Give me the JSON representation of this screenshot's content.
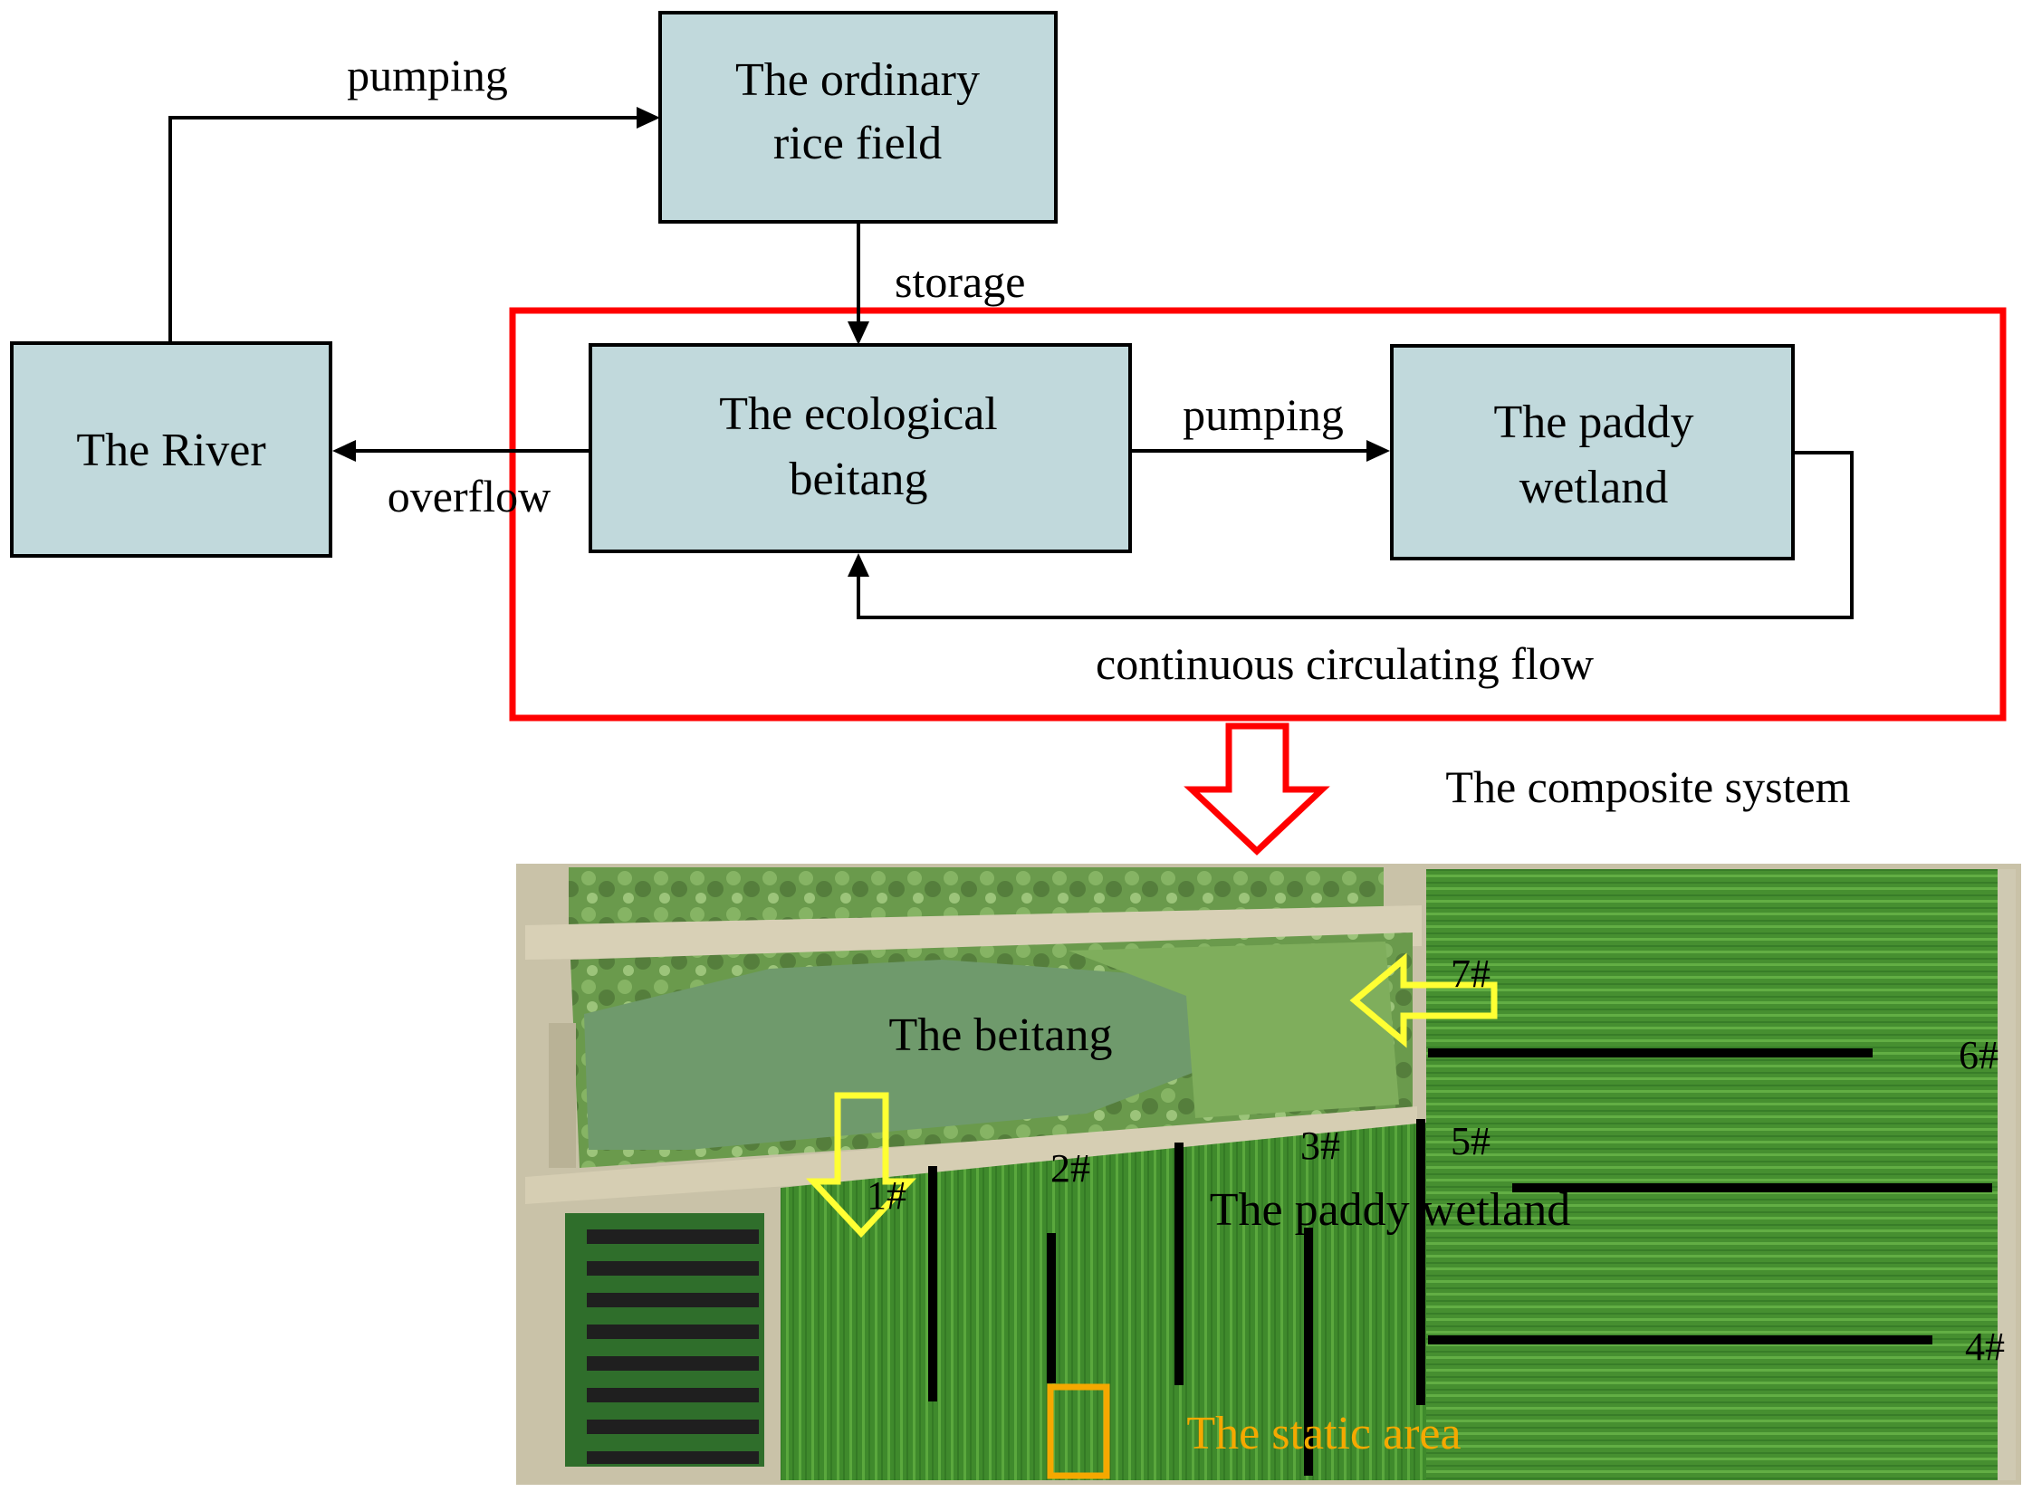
{
  "flowchart": {
    "nodes": {
      "ordinary_rice_field": {
        "line1": "The ordinary",
        "line2": "rice field"
      },
      "river": {
        "label": "The River"
      },
      "ecological_beitang": {
        "line1": "The ecological",
        "line2": "beitang"
      },
      "paddy_wetland": {
        "line1": "The paddy",
        "line2": "wetland"
      }
    },
    "edges": {
      "river_to_field": "pumping",
      "field_to_beitang": "storage",
      "beitang_to_river": "overflow",
      "beitang_to_wetland": "pumping",
      "wetland_to_beitang": "continuous circulating flow"
    },
    "composite_label": "The composite system"
  },
  "aerial_photo": {
    "beitang_label": "The beitang",
    "paddy_wetland_label": "The paddy wetland",
    "static_area_label": "The static area",
    "sampling_points": [
      "1#",
      "2#",
      "3#",
      "4#",
      "5#",
      "6#",
      "7#"
    ]
  },
  "colors": {
    "box_fill": "#c1d9dc",
    "highlight_frame": "#ff0000",
    "flow_arrow": "#ffff33",
    "static_area": "#f5a800",
    "rice": "#3f8a2c",
    "pond_water": "#6f9a6c"
  }
}
